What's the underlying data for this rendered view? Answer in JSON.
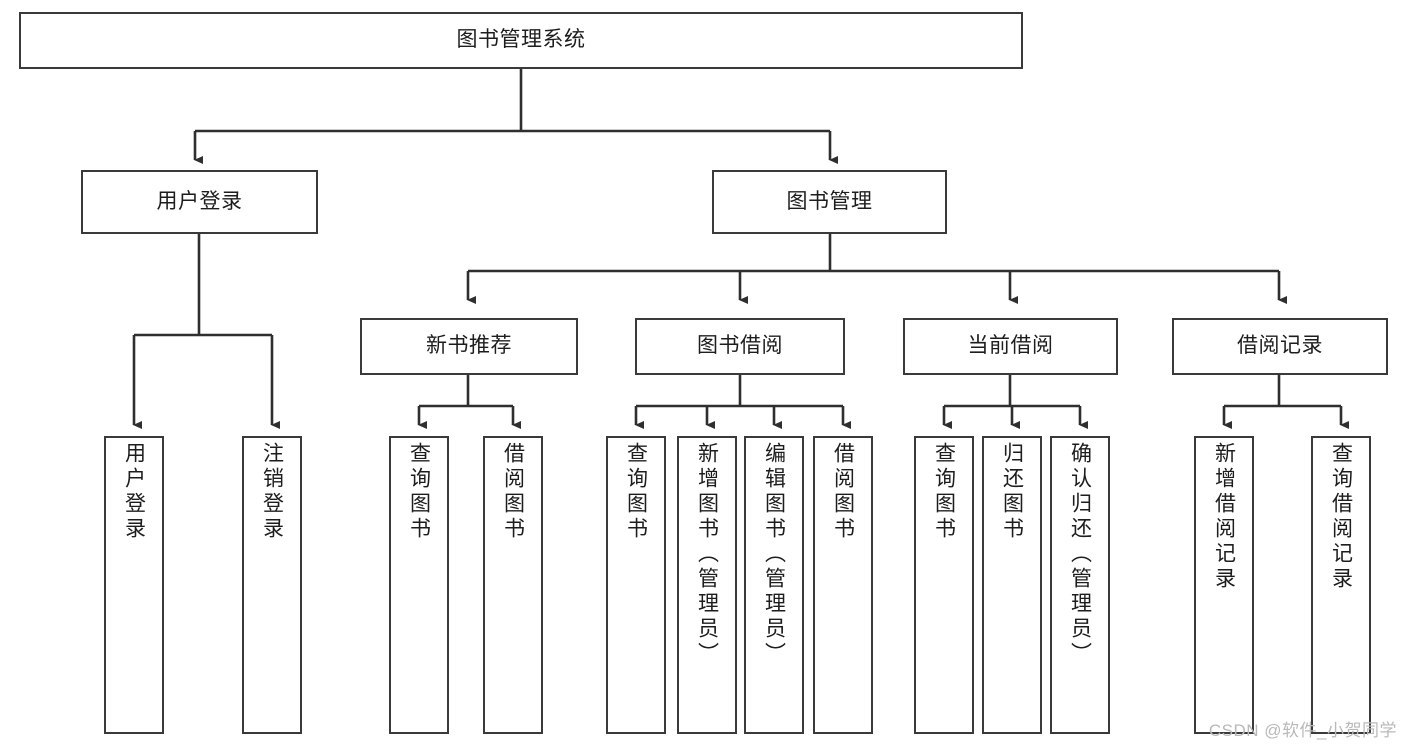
{
  "diagram": {
    "type": "tree-hierarchy",
    "title": "图书管理系统",
    "watermark": "CSDN @软件_小贺同学",
    "colors": {
      "stroke": "#3a3a3a",
      "fill": "#ffffff",
      "text": "#1d1d1d",
      "watermark": "#b9b9b9"
    },
    "root": {
      "label": "图书管理系统"
    },
    "level2": [
      {
        "label": "用户登录"
      },
      {
        "label": "图书管理"
      }
    ],
    "level3": [
      {
        "label": "新书推荐"
      },
      {
        "label": "图书借阅"
      },
      {
        "label": "当前借阅"
      },
      {
        "label": "借阅记录"
      }
    ],
    "leaves": {
      "user_login": [
        {
          "label": "用户登录"
        },
        {
          "label": "注销登录"
        }
      ],
      "new_book_recommend": [
        {
          "label": "查询图书"
        },
        {
          "label": "借阅图书"
        }
      ],
      "book_borrow": [
        {
          "label": "查询图书"
        },
        {
          "label": "新增图书（管理员）"
        },
        {
          "label": "编辑图书（管理员）"
        },
        {
          "label": "借阅图书"
        }
      ],
      "current_borrow": [
        {
          "label": "查询图书"
        },
        {
          "label": "归还图书"
        },
        {
          "label": "确认归还（管理员）"
        }
      ],
      "borrow_record": [
        {
          "label": "新增借阅记录"
        },
        {
          "label": "查询借阅记录"
        }
      ]
    }
  }
}
